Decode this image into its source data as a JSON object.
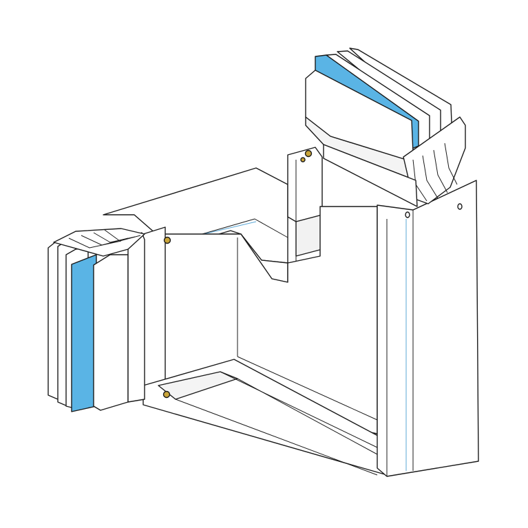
{
  "colors": {
    "background": "#ffffff",
    "outline": "#1a1a1a",
    "housing": "#ffffff",
    "housing_shade": "#ececec",
    "busbar_insulation": "#5ab4e5",
    "fixing_screw": "#c9a53a"
  },
  "components": [
    "busbar-tee-housing",
    "left-busbar-connection",
    "top-busbar-connection",
    "fixing-brackets"
  ]
}
